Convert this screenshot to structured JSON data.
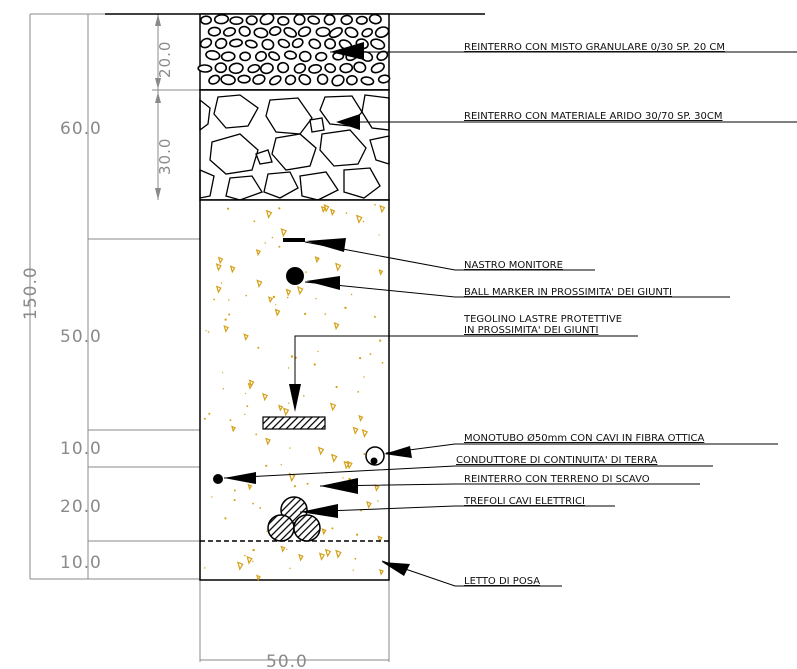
{
  "dimensions": {
    "total": "150.0",
    "layer_top": "60.0",
    "layer_mid": "50.0",
    "layer_10a": "10.0",
    "layer_20": "20.0",
    "layer_10b": "10.0",
    "sub_20": "20.0",
    "sub_30": "30.0",
    "width": "50.0"
  },
  "labels": {
    "granular": "REINTERRO CON MISTO GRANULARE 0/30 SP. 20 CM",
    "arido": "REINTERRO CON MATERIALE ARIDO 30/70 SP. 30CM",
    "nastro": "NASTRO MONITORE",
    "ball": "BALL MARKER IN PROSSIMITA' DEI GIUNTI",
    "tegolino_1": "TEGOLINO LASTRE PROTETTIVE",
    "tegolino_2": "IN PROSSIMITA' DEI GIUNTI",
    "monotubo": "MONOTUBO Ø50mm CON CAVI IN FIBRA OTTICA",
    "conduttore": "CONDUTTORE DI CONTINUITA' DI TERRA",
    "scavo": "REINTERRO CON TERRENO DI SCAVO",
    "trefoli": "TREFOLI CAVI ELETTRICI",
    "letto": "LETTO DI POSA"
  },
  "colors": {
    "dimension_lines": "#8a8a8a",
    "soil_dots": "#d4a017",
    "ink": "#000000"
  }
}
